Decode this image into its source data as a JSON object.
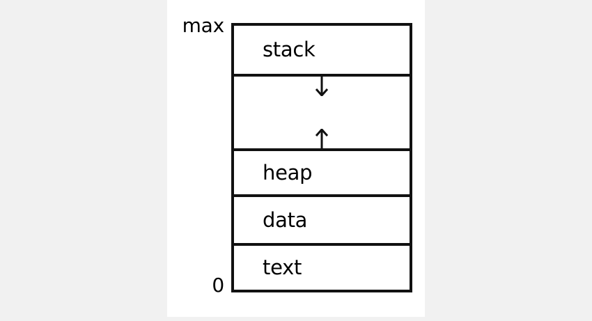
{
  "figure": {
    "title": "process-memory-layout",
    "background_color": "#f1f1f1",
    "canvas_color": "#ffffff",
    "line_color": "#111111"
  },
  "axis": {
    "top_label": "max",
    "bottom_label": "0"
  },
  "diagram": {
    "segments": [
      {
        "id": "stack",
        "label": "stack"
      },
      {
        "id": "gap",
        "label": ""
      },
      {
        "id": "heap",
        "label": "heap"
      },
      {
        "id": "data",
        "label": "data"
      },
      {
        "id": "text",
        "label": "text"
      }
    ],
    "arrows": [
      {
        "id": "stack-grows-down",
        "direction": "down"
      },
      {
        "id": "heap-grows-up",
        "direction": "up"
      }
    ]
  }
}
